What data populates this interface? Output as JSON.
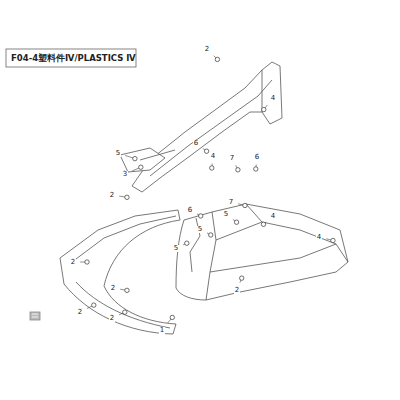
{
  "diagram": {
    "title": "F04-4塑料件Ⅳ/PLASTICS Ⅳ",
    "labels": [
      "2",
      "4",
      "6",
      "4",
      "7",
      "6",
      "5",
      "3",
      "2",
      "6",
      "5",
      "7",
      "5",
      "5",
      "4",
      "4",
      "2",
      "2",
      "2",
      "2",
      "1",
      "2"
    ]
  }
}
